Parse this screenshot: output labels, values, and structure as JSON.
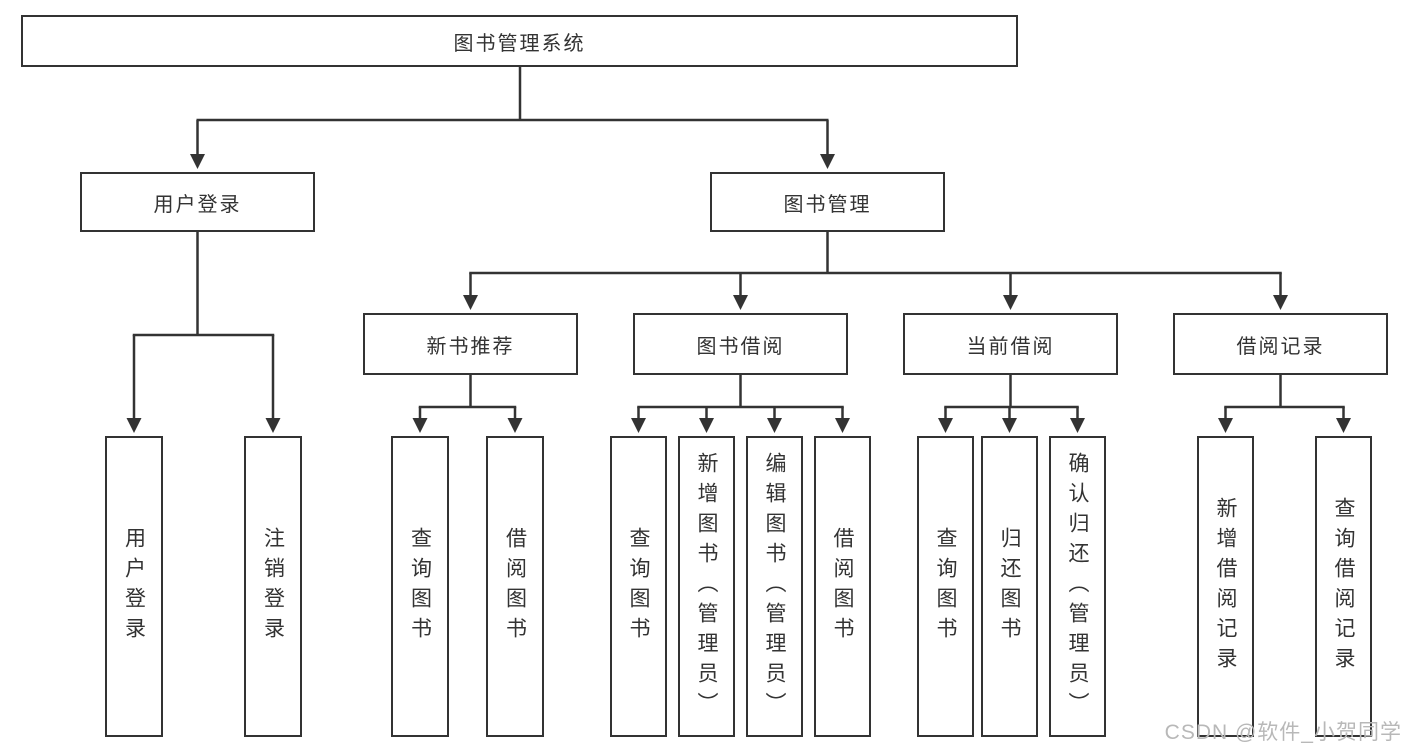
{
  "tree": {
    "label": "图书管理系统",
    "children": [
      {
        "label": "用户登录",
        "children": [
          {
            "label": "用户登录"
          },
          {
            "label": "注销登录"
          }
        ]
      },
      {
        "label": "图书管理",
        "children": [
          {
            "label": "新书推荐",
            "children": [
              {
                "label": "查询图书"
              },
              {
                "label": "借阅图书"
              }
            ]
          },
          {
            "label": "图书借阅",
            "children": [
              {
                "label": "查询图书"
              },
              {
                "label": "新增图书（管理员）"
              },
              {
                "label": "编辑图书（管理员）"
              },
              {
                "label": "借阅图书"
              }
            ]
          },
          {
            "label": "当前借阅",
            "children": [
              {
                "label": "查询图书"
              },
              {
                "label": "归还图书"
              },
              {
                "label": "确认归还（管理员）"
              }
            ]
          },
          {
            "label": "借阅记录",
            "children": [
              {
                "label": "新增借阅记录"
              },
              {
                "label": "查询借阅记录"
              }
            ]
          }
        ]
      }
    ]
  },
  "watermark": "CSDN @软件_小贺同学",
  "colors": {
    "line": "#333333",
    "box_border": "#333333",
    "text": "#333333",
    "watermark": "#b8b8b8",
    "background": "#ffffff"
  }
}
